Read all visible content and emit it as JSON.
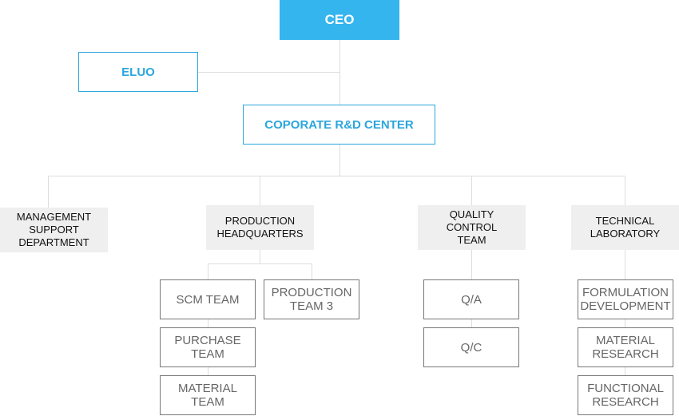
{
  "nodes": {
    "ceo": "CEO",
    "eluo": "ELUO",
    "rnd_center": "COPORATE R&D CENTER",
    "departments": {
      "management": "MANAGEMENT\nSUPPORT\nDEPARTMENT",
      "production_hq": "PRODUCTION\nHEADQUARTERS",
      "quality_control": "QUALITY\nCONTROL\nTEAM",
      "technical_lab": "TECHNICAL\nLABORATORY"
    },
    "production_teams": {
      "scm": "SCM TEAM",
      "purchase": "PURCHASE\nTEAM",
      "material": "MATERIAL\nTEAM",
      "production3": "PRODUCTION\nTEAM 3"
    },
    "quality_teams": {
      "qa": "Q/A",
      "qc": "Q/C"
    },
    "lab_teams": {
      "formulation": "FORMULATION\nDEVELOPMENT",
      "material_research": "MATERIAL\nRESEARCH",
      "functional_research": "FUNCTIONAL\nRESEARCH"
    }
  },
  "colors": {
    "ceo_fill": "#35b5ee",
    "accent": "#2aa6dd",
    "department_fill": "#efefef",
    "team_border": "#777777",
    "connector": "#dddddd"
  }
}
